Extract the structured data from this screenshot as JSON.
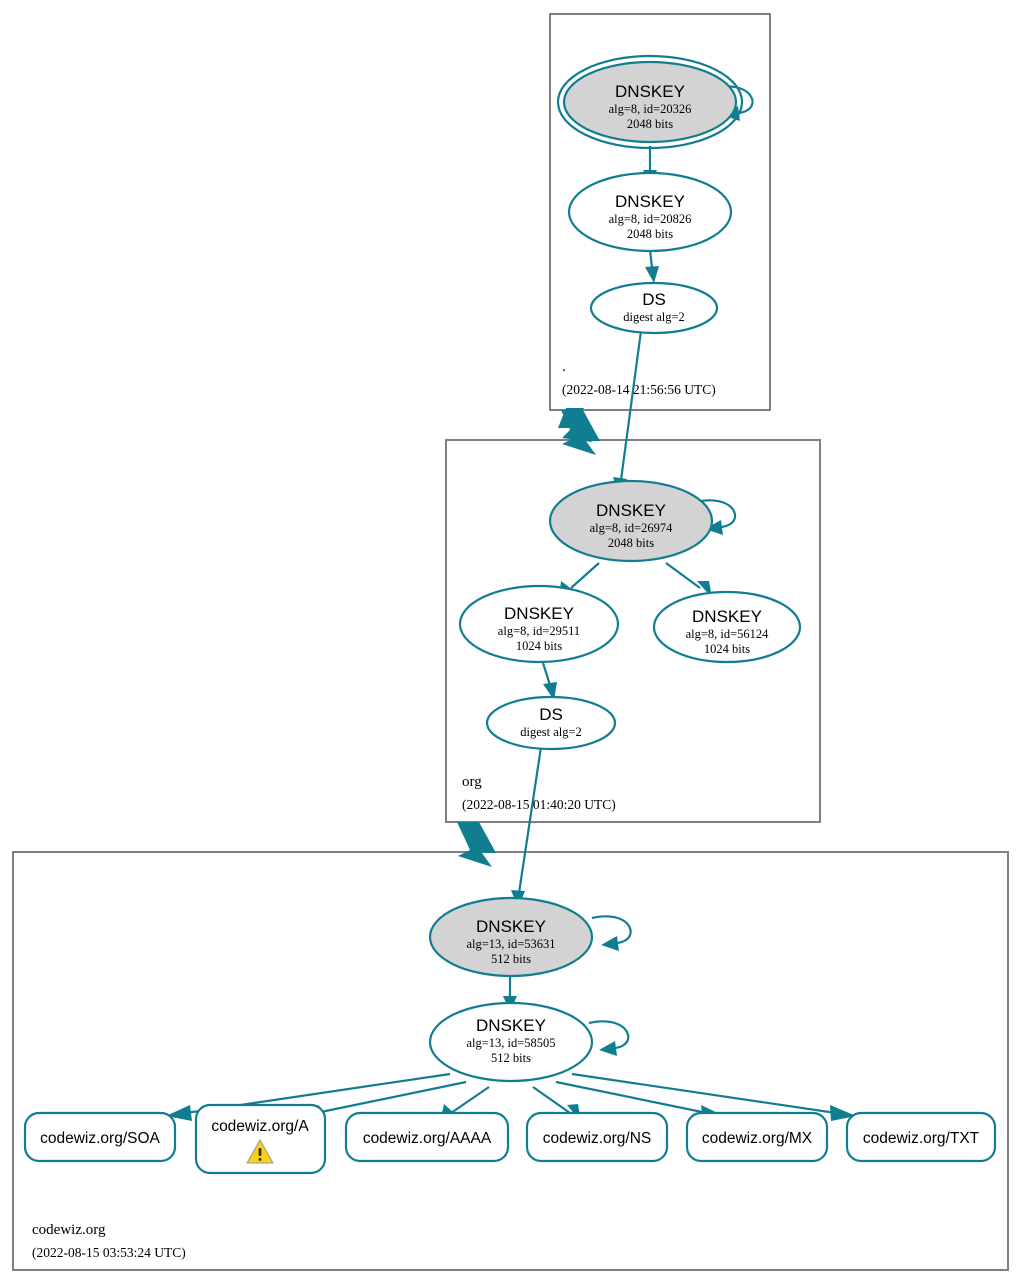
{
  "diagram": {
    "kind": "dnssec-authentication-chain",
    "title": "codewiz.org DNSSEC authentication chain",
    "accent_color": "#117d91",
    "secure_fill_color": "#d3d3d3",
    "zone_border_color": "#808080",
    "warning_color": "#f7d117"
  },
  "zones": [
    {
      "id": "root",
      "name": ".",
      "timestamp": "(2022-08-14 21:56:56 UTC)"
    },
    {
      "id": "org",
      "name": "org",
      "timestamp": "(2022-08-15 01:40:20 UTC)"
    },
    {
      "id": "codewiz",
      "name": "codewiz.org",
      "timestamp": "(2022-08-15 03:53:24 UTC)"
    }
  ],
  "nodes": {
    "root_ksk": {
      "type": "DNSKEY",
      "title": "DNSKEY",
      "line2": "alg=8, id=20326",
      "line3": "2048 bits",
      "alg": "8",
      "id": "20326",
      "bits": "2048",
      "trust_anchor": true,
      "secure": true
    },
    "root_zsk": {
      "type": "DNSKEY",
      "title": "DNSKEY",
      "line2": "alg=8, id=20826",
      "line3": "2048 bits",
      "alg": "8",
      "id": "20826",
      "bits": "2048",
      "trust_anchor": false,
      "secure": false
    },
    "root_ds": {
      "type": "DS",
      "title": "DS",
      "line2": "digest alg=2",
      "line3": "",
      "digest_alg": "2"
    },
    "org_ksk": {
      "type": "DNSKEY",
      "title": "DNSKEY",
      "line2": "alg=8, id=26974",
      "line3": "2048 bits",
      "alg": "8",
      "id": "26974",
      "bits": "2048",
      "trust_anchor": false,
      "secure": true
    },
    "org_zsk1": {
      "type": "DNSKEY",
      "title": "DNSKEY",
      "line2": "alg=8, id=29511",
      "line3": "1024 bits",
      "alg": "8",
      "id": "29511",
      "bits": "1024",
      "trust_anchor": false,
      "secure": false
    },
    "org_zsk2": {
      "type": "DNSKEY",
      "title": "DNSKEY",
      "line2": "alg=8, id=56124",
      "line3": "1024 bits",
      "alg": "8",
      "id": "56124",
      "bits": "1024",
      "trust_anchor": false,
      "secure": false
    },
    "org_ds": {
      "type": "DS",
      "title": "DS",
      "line2": "digest alg=2",
      "line3": "",
      "digest_alg": "2"
    },
    "cw_ksk": {
      "type": "DNSKEY",
      "title": "DNSKEY",
      "line2": "alg=13, id=53631",
      "line3": "512 bits",
      "alg": "13",
      "id": "53631",
      "bits": "512",
      "trust_anchor": false,
      "secure": true
    },
    "cw_zsk": {
      "type": "DNSKEY",
      "title": "DNSKEY",
      "line2": "alg=13, id=58505",
      "line3": "512 bits",
      "alg": "13",
      "id": "58505",
      "bits": "512",
      "trust_anchor": false,
      "secure": false
    }
  },
  "rrsets": [
    {
      "label": "codewiz.org/SOA",
      "warning": false
    },
    {
      "label": "codewiz.org/A",
      "warning": true,
      "warning_icon": "warning-triangle-icon"
    },
    {
      "label": "codewiz.org/AAAA",
      "warning": false
    },
    {
      "label": "codewiz.org/NS",
      "warning": false
    },
    {
      "label": "codewiz.org/MX",
      "warning": false
    },
    {
      "label": "codewiz.org/TXT",
      "warning": false
    }
  ]
}
